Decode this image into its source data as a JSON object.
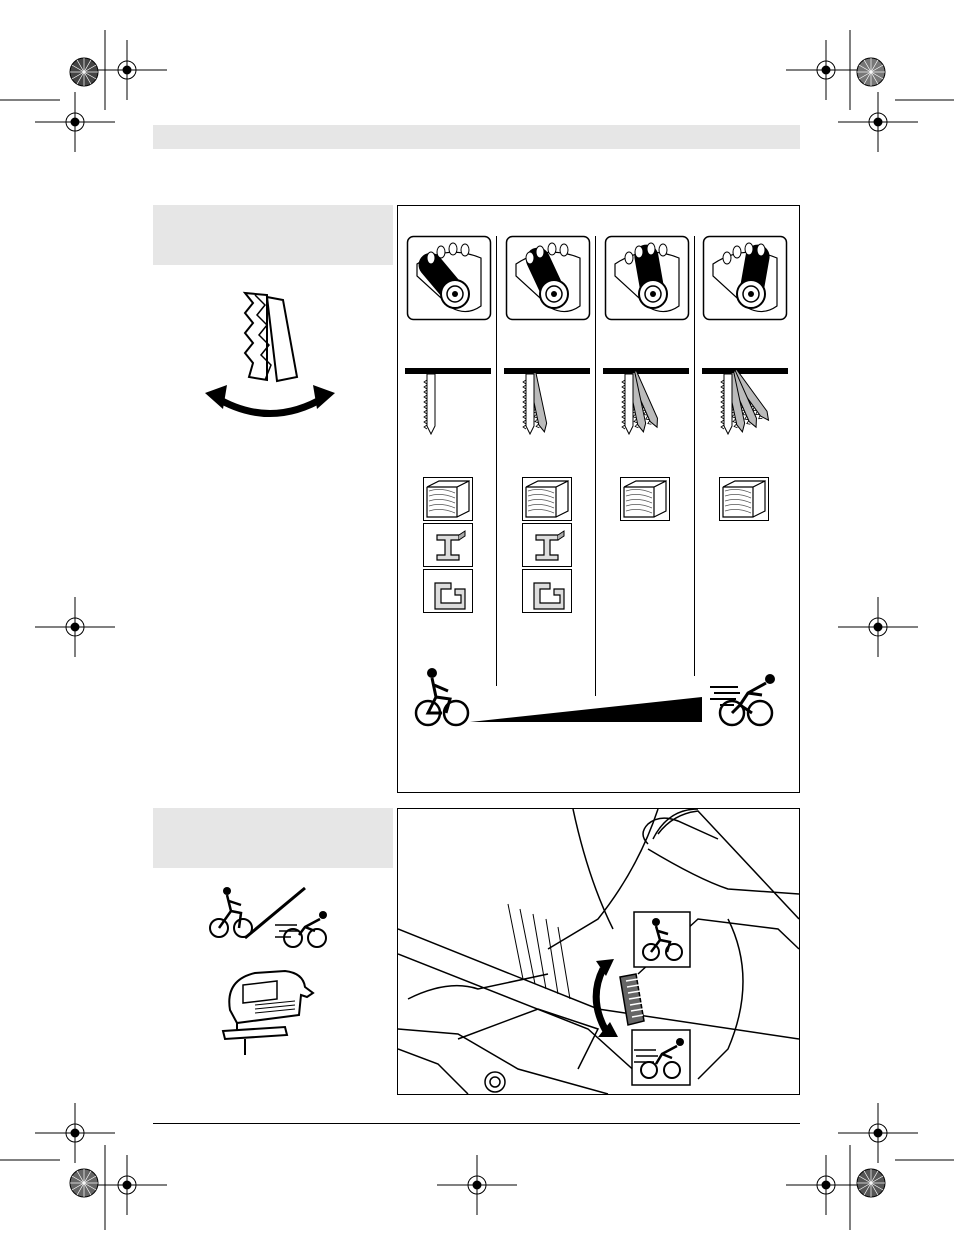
{
  "page": {
    "header_band": "",
    "footer_rule": true
  },
  "pendulum_section": {
    "caption_box": "",
    "dial_positions": [
      "0",
      "I",
      "II",
      "III"
    ],
    "materials_per_position": [
      [
        "wood",
        "metal-profile",
        "aluminium-profile"
      ],
      [
        "wood",
        "metal-profile",
        "aluminium-profile"
      ],
      [
        "wood"
      ],
      [
        "wood"
      ]
    ],
    "speed_scale": {
      "from": "slow-cyclist-icon",
      "to": "fast-cyclist-icon"
    }
  },
  "speed_section": {
    "caption_box": "",
    "wheel_markers": [
      "slow-cyclist-icon",
      "fast-cyclist-icon"
    ]
  }
}
